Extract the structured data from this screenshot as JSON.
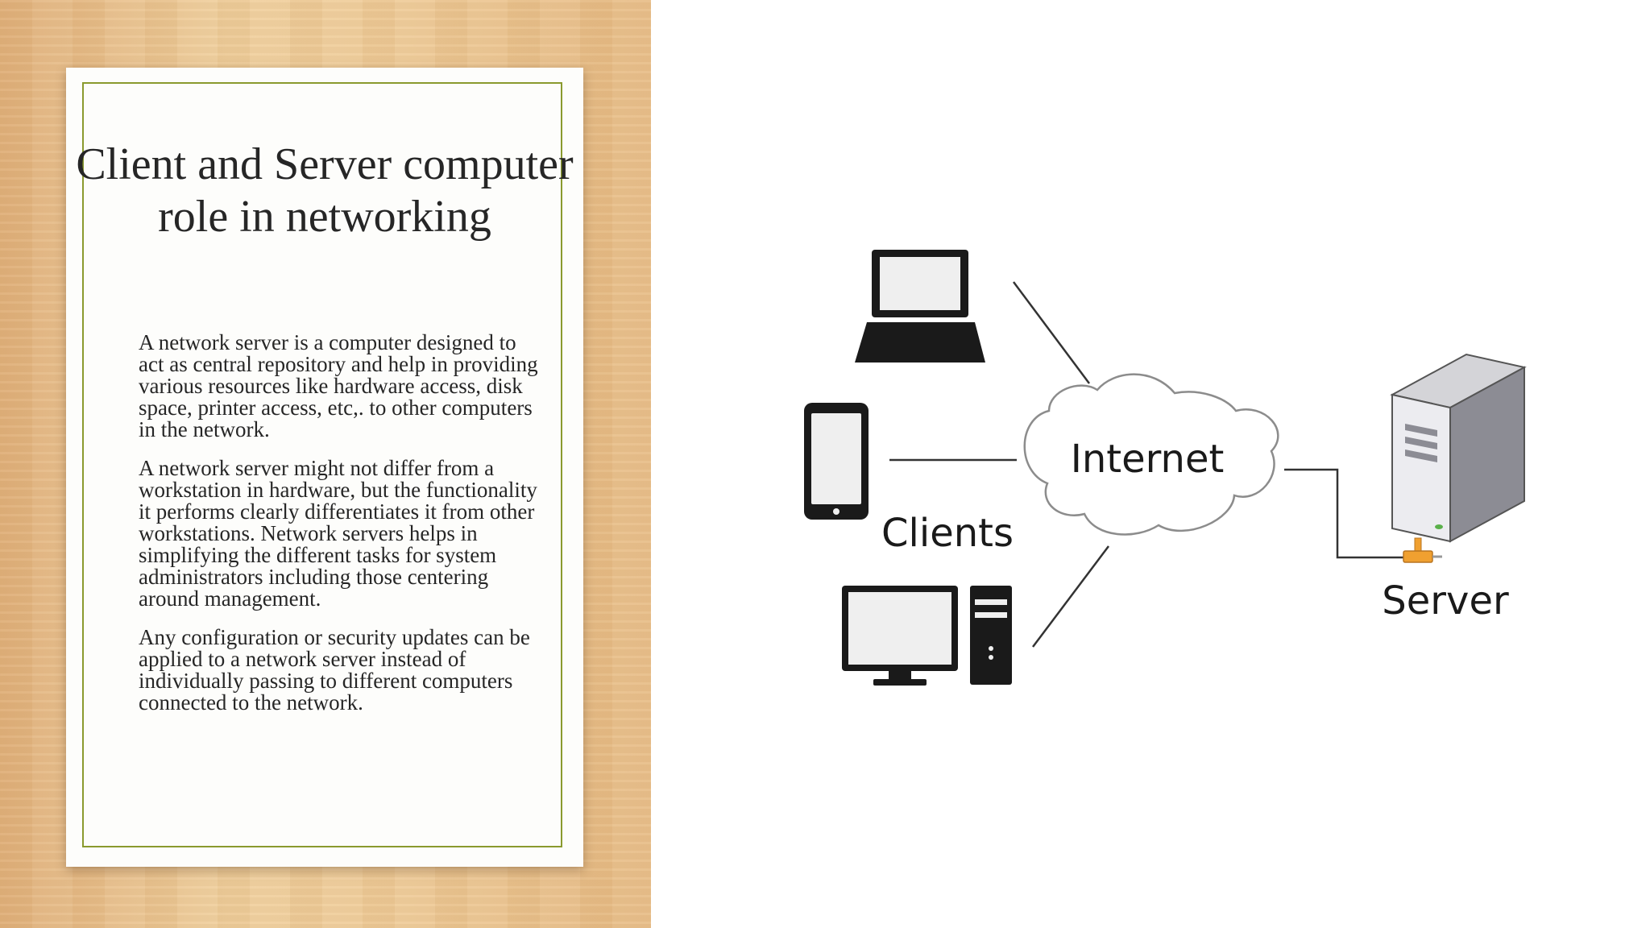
{
  "slide": {
    "title": "Client and Server computer role in networking",
    "paragraphs": [
      "A network server is a computer designed to act as central repository and help in providing various resources like hardware access, disk space, printer access, etc,. to other computers in the network.",
      "A network server might not differ from a workstation in hardware, but the functionality it performs clearly differentiates it from other workstations. Network servers helps in simplifying the different tasks for system administrators including those centering around management.",
      "Any configuration or security updates can be applied to a network server instead of  individually passing to different computers connected to the network."
    ]
  },
  "diagram": {
    "labels": {
      "internet": "Internet",
      "clients": "Clients",
      "server": "Server"
    },
    "nodes": [
      "laptop-icon",
      "smartphone-icon",
      "desktop-computer-icon",
      "cloud-icon",
      "server-tower-icon"
    ],
    "colors": {
      "outline": "#1a1a1a",
      "cloud_fill": "#ffffff",
      "cloud_stroke": "#8c8c8c",
      "connector": "#f0a030"
    }
  }
}
